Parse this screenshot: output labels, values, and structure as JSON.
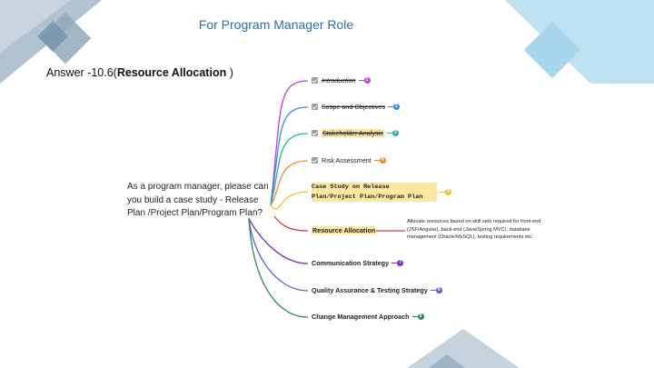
{
  "slide": {
    "title": "For Program Manager Role",
    "answer_prefix": "Answer -10.6(",
    "answer_bold": "Resource Allocation ",
    "answer_suffix": ")"
  },
  "prompt": "As a program manager, please can you build a case study - Release Plan /Project Plan/Program Plan?",
  "branches": [
    {
      "label": "Introduction",
      "badge": "1",
      "color": "#c13fd8",
      "checkbox": true,
      "style": "struck italic"
    },
    {
      "label": "Scope and Objectives",
      "badge": "2",
      "color": "#3a8fd9",
      "checkbox": true,
      "style": "struck"
    },
    {
      "label": "Stakeholder Analysis",
      "badge": "3",
      "color": "#1fb3a6",
      "checkbox": true,
      "style": "struck highlight"
    },
    {
      "label": "Risk Assessment",
      "badge": "4",
      "color": "#ef8a2c",
      "checkbox": true,
      "style": ""
    },
    {
      "label": "Case Study on Release Plan/Project Plan/Program Plan",
      "badge": "5",
      "color": "#f2c21a",
      "checkbox": false,
      "style": "mono"
    },
    {
      "label": "Resource Allocation",
      "badge": "",
      "color": "#d23c55",
      "checkbox": false,
      "style": "bold highlight"
    },
    {
      "label": "Communication Strategy",
      "badge": "7",
      "color": "#7a2fb8",
      "checkbox": false,
      "style": "bold"
    },
    {
      "label": "Quality Assurance & Testing Strategy",
      "badge": "8",
      "color": "#5560d6",
      "checkbox": false,
      "style": "bold"
    },
    {
      "label": "Change Management Approach",
      "badge": "9",
      "color": "#2f8a5e",
      "checkbox": false,
      "style": "bold"
    }
  ],
  "resource_note": "Allocate resources based on skill sets required for front-end (JSF/Angular), back-end (Java/Spring MVC), database management (Oracle/MySQL), testing requirements etc.",
  "colors": {
    "title": "#2f6fa3",
    "deco_dark": "#7f9bb0",
    "deco_light": "#b8dbef",
    "highlight": "#fbe7a1"
  }
}
